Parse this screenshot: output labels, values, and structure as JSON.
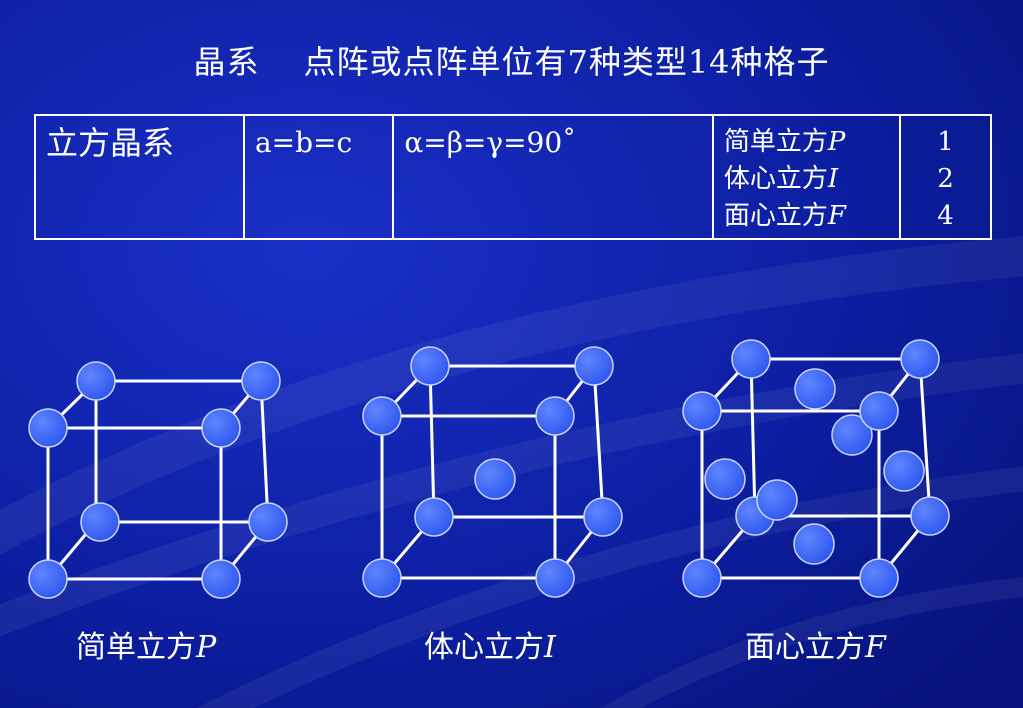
{
  "title": {
    "part1": "晶系",
    "part2": "点阵或点阵单位有7种类型14种格子"
  },
  "table": {
    "system": "立方晶系",
    "axes": "a=b=c",
    "angles": "α=β=γ=90˚",
    "lattices": [
      {
        "name": "简单立方",
        "symbol": "P",
        "count": "1"
      },
      {
        "name": "体心立方",
        "symbol": "I",
        "count": "2"
      },
      {
        "name": "面心立方",
        "symbol": "F",
        "count": "4"
      }
    ]
  },
  "captions": [
    {
      "name": "简单立方",
      "symbol": "P"
    },
    {
      "name": "体心立方",
      "symbol": "I"
    },
    {
      "name": "面心立方",
      "symbol": "F"
    }
  ],
  "colors": {
    "background": "#0a1a8c",
    "atom_fill": "#3a66ff",
    "line": "#ffffff"
  }
}
